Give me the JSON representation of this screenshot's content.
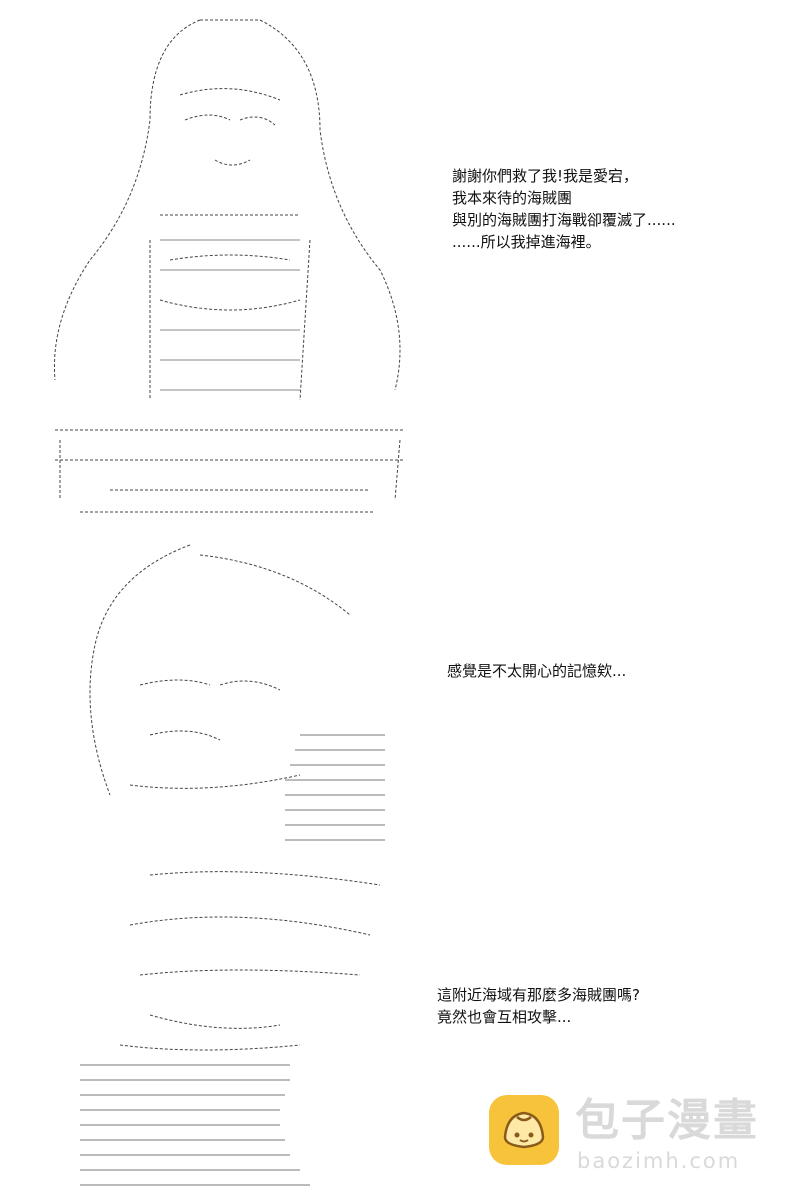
{
  "dialogs": {
    "first": [
      "謝謝你們救了我!我是愛宕，",
      "我本來待的海賊團",
      "與別的海賊團打海戰卻覆滅了......",
      "......所以我掉進海裡。"
    ],
    "second": [
      "感覺是不太開心的記憶欸..."
    ],
    "third": [
      "這附近海域有那麼多海賊團嗎?",
      "竟然也會互相攻擊..."
    ]
  },
  "watermark": {
    "title": "包子漫畫",
    "url": "baozimh.com",
    "icon": "bun-icon",
    "colors": {
      "bun": "#f6c33a",
      "face": "#8a5a1a",
      "text": "#d9d9d9"
    }
  },
  "art": {
    "panel1": "ascii-art-girl-seated",
    "panel2": "ascii-art-closeup-face",
    "panel3": "ascii-art-back-view"
  }
}
